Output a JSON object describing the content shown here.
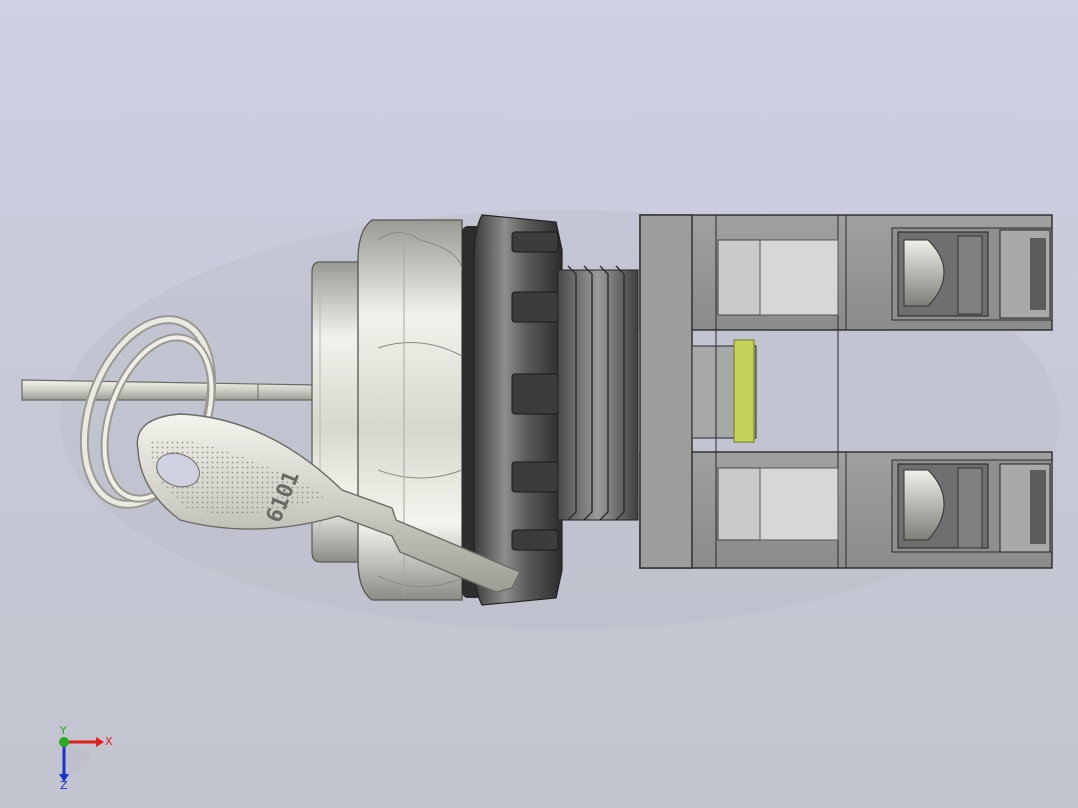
{
  "viewport": {
    "background_top": "#cfd0e3",
    "background_bottom": "#c2c4cf"
  },
  "model": {
    "key_engraving": "6101",
    "parts": [
      "key-ring",
      "key-blade",
      "key",
      "lock-cylinder",
      "hex-nut",
      "mounting-ring",
      "threaded-barrel",
      "contact-block-top",
      "contact-block-bottom",
      "screw-terminal"
    ]
  },
  "triad": {
    "x_label": "X",
    "y_label": "Y",
    "z_label": "Z",
    "x_color": "#e0201c",
    "y_color": "#22b020",
    "z_color": "#2030d0"
  }
}
